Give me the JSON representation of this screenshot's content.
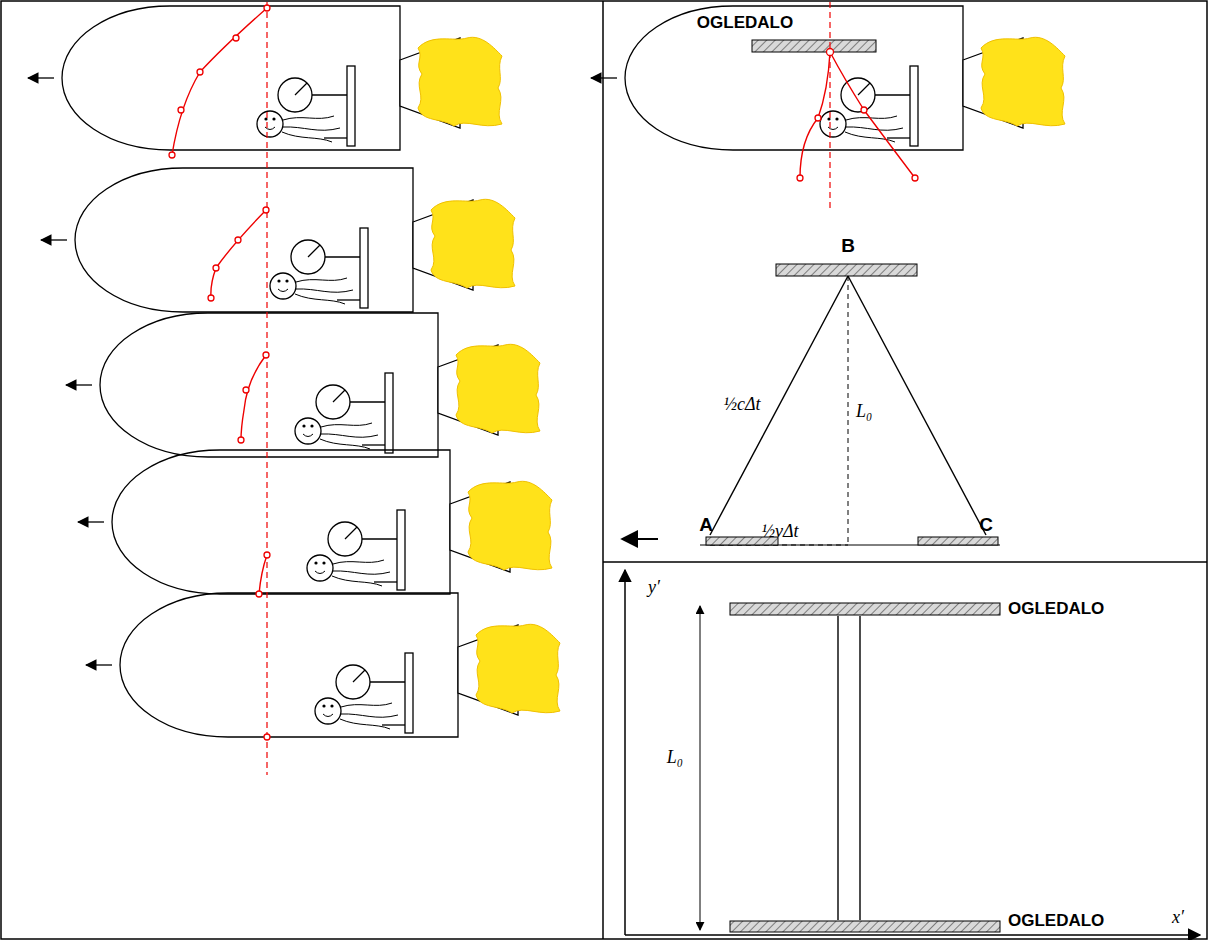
{
  "diagram": {
    "labels": [
      "OGLEDALO",
      "B",
      "½cΔt",
      "L₀",
      "½vΔt",
      "A",
      "C",
      "y′",
      "L₀",
      "OGLEDALO",
      "OGLEDALO",
      "x′"
    ]
  }
}
